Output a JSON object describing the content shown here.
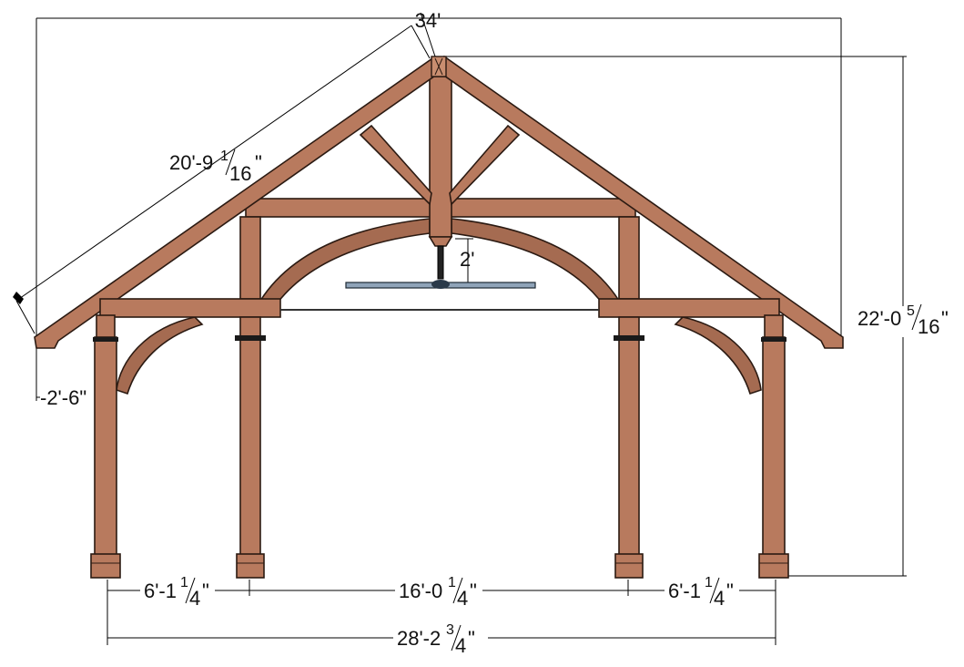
{
  "diagram": {
    "dimensions": {
      "overall_width": "34'",
      "rafter_length": {
        "whole": "20'-9",
        "num": "1",
        "den": "16",
        "suffix": "\""
      },
      "overall_height": {
        "whole": "22'-0",
        "num": "5",
        "den": "16",
        "suffix": "\""
      },
      "overhang": "-2'-6\"",
      "fan_drop": "2'",
      "left_bay": {
        "whole": "6'-1",
        "num": "1",
        "den": "4",
        "suffix": "\""
      },
      "center_bay": {
        "whole": "16'-0",
        "num": "1",
        "den": "4",
        "suffix": "\""
      },
      "right_bay": {
        "whole": "6'-1",
        "num": "1",
        "den": "4",
        "suffix": "\""
      },
      "post_span": {
        "whole": "28'-2",
        "num": "3",
        "den": "4",
        "suffix": "\""
      }
    },
    "colors": {
      "timber": "#b87a5e",
      "timber_outline": "#2b1a12",
      "fan_blade": "#8fa3b8",
      "background": "#ffffff"
    }
  }
}
